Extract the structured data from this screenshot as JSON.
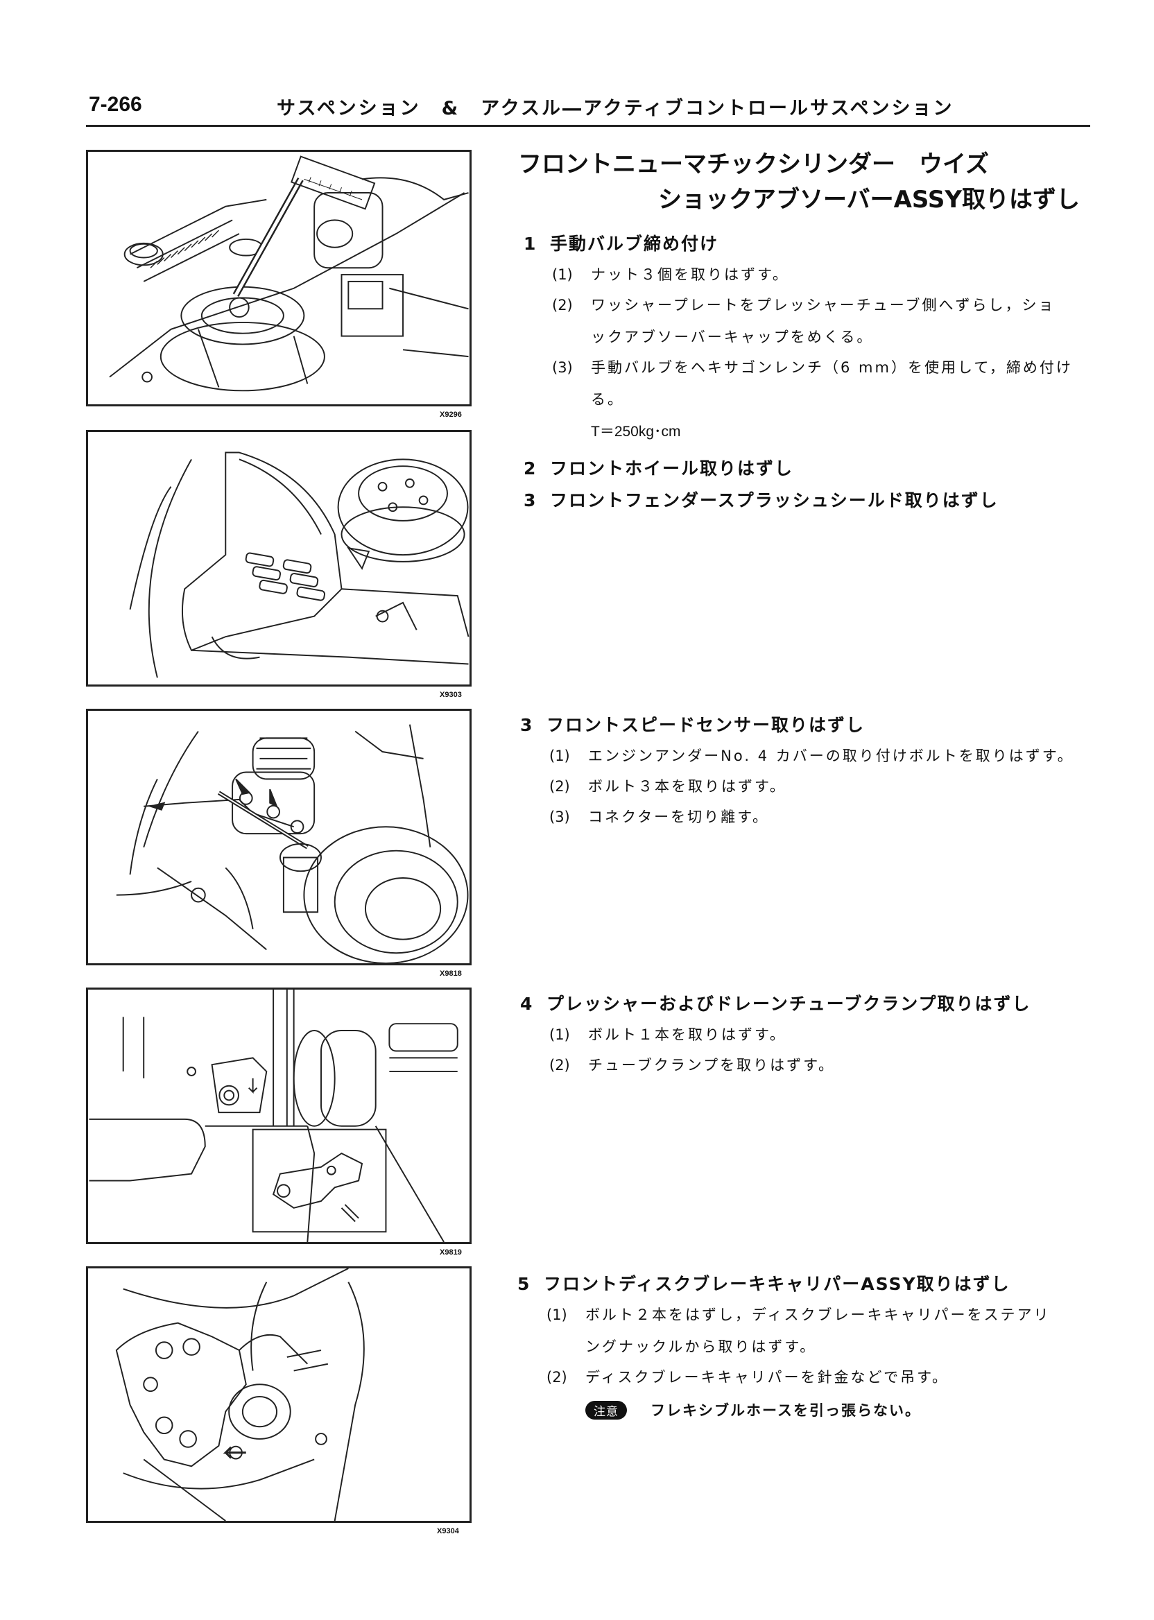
{
  "header": {
    "page_number": "7-266",
    "section_title": "サスペンション　&　アクスル―アクティブコントロールサスペンション"
  },
  "title": {
    "line1": "フロントニューマチックシリンダー　ウイズ",
    "line2": "ショックアブソーバーASSY取りはずし"
  },
  "figures": [
    {
      "code": "X9296",
      "icon": "torque-wrench-on-valve-illustration"
    },
    {
      "code": "X9303",
      "icon": "fender-splash-shield-illustration"
    },
    {
      "code": "X9818",
      "icon": "speed-sensor-illustration"
    },
    {
      "code": "X9819",
      "icon": "tube-clamp-illustration"
    },
    {
      "code": "X9304",
      "icon": "brake-caliper-illustration"
    }
  ],
  "steps": [
    {
      "num": "1",
      "title": "手動バルブ締め付け",
      "subs": [
        {
          "num": "(1)",
          "text": "ナット３個を取りはずす。"
        },
        {
          "num": "(2)",
          "text": "ワッシャープレートをプレッシャーチューブ側へずらし，ショ",
          "text2": "ックアブソーバーキャップをめくる。"
        },
        {
          "num": "(3)",
          "text": "手動バルブをヘキサゴンレンチ（6 mm）を使用して，締め付け",
          "text2": "る。"
        }
      ],
      "torque": "T＝250kg･cm"
    },
    {
      "num": "2",
      "title": "フロントホイール取りはずし"
    },
    {
      "num": "3",
      "title": "フロントフェンダースプラッシュシールド取りはずし"
    },
    {
      "num": "3",
      "title": "フロントスピードセンサー取りはずし",
      "subs": [
        {
          "num": "(1)",
          "text": "エンジンアンダーNo. 4 カバーの取り付けボルトを取りはずす。"
        },
        {
          "num": "(2)",
          "text": "ボルト３本を取りはずす。"
        },
        {
          "num": "(3)",
          "text": "コネクターを切り離す。"
        }
      ]
    },
    {
      "num": "4",
      "title": "プレッシャーおよびドレーンチューブクランプ取りはずし",
      "subs": [
        {
          "num": "(1)",
          "text": "ボルト１本を取りはずす。"
        },
        {
          "num": "(2)",
          "text": "チューブクランプを取りはずす。"
        }
      ]
    },
    {
      "num": "5",
      "title": "フロントディスクブレーキキャリパーASSY取りはずし",
      "subs": [
        {
          "num": "(1)",
          "text": "ボルト２本をはずし，ディスクブレーキキャリパーをステアリ",
          "text2": "ングナックルから取りはずす。"
        },
        {
          "num": "(2)",
          "text": "ディスクブレーキキャリパーを針金などで吊す。"
        }
      ],
      "caution": {
        "label": "注意",
        "text": "フレキシブルホースを引っ張らない。"
      }
    }
  ]
}
